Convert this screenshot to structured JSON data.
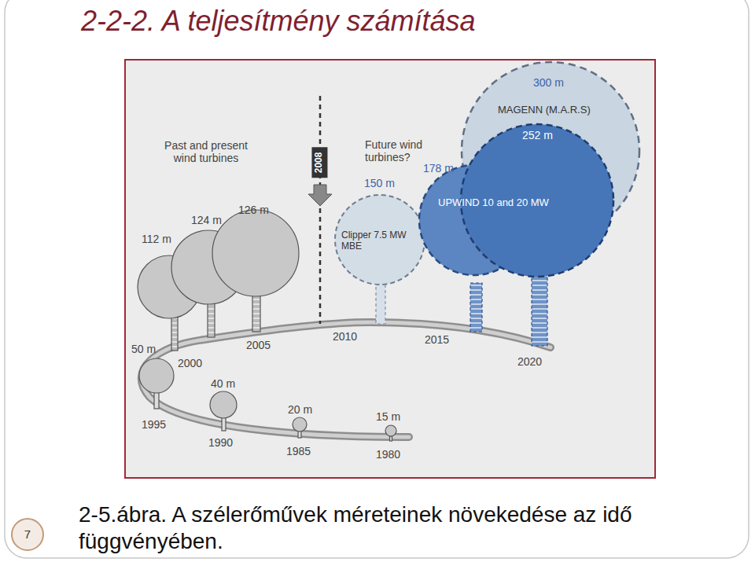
{
  "diagram": {
    "title": "2-2-2. A teljesítmény számítása",
    "caption": "2-5.ábra. A szélerőművek méreteinek növekedése az idő függvényében.",
    "nodes": [
      {
        "text": [
          "MAGENN (M.A.R.S)"
        ]
      },
      {
        "text": [
          "Clipper 7.5 MW MBE"
        ]
      },
      {
        "text": [
          "UPWIND 10 and 20 MW"
        ]
      },
      {
        "text": [
          "7"
        ]
      }
    ],
    "labels": [
      "Past and present wind turbines",
      "Future wind turbines?",
      "2008",
      "300 m",
      "252 m",
      "178 m",
      "150 m",
      "126 m",
      "124 m",
      "112 m",
      "50 m",
      "40 m",
      "20 m",
      "15 m",
      "1980",
      "1985",
      "1990",
      "1995",
      "2000",
      "2005",
      "2010",
      "2015",
      "2020"
    ]
  }
}
